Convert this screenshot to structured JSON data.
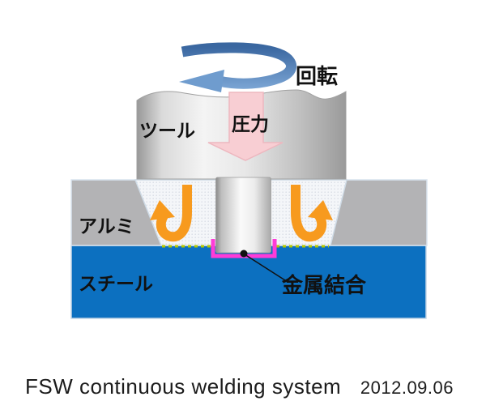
{
  "diagram": {
    "labels": {
      "rotation": "回転",
      "pressure": "圧力",
      "tool": "ツール",
      "aluminum": "アルミ",
      "steel": "スチール",
      "bond": "金属結合"
    },
    "colors": {
      "steel_blue": "#0C70C0",
      "aluminum_gray": "#B3B3B5",
      "weld_zone_light": "#F4F6F9",
      "flow_orange": "#F79A1E",
      "rotation_blue_dark": "#3A67A0",
      "rotation_blue_light": "#6F9CCE",
      "pressure_pink": "#F8CED3",
      "bond_magenta": "#FF3BD8",
      "bond_label_magenta": "#FF5CDC",
      "interface_dash_green": "#B5C900"
    }
  },
  "footer": {
    "caption": "FSW continuous welding system",
    "date": "2012.09.06"
  }
}
